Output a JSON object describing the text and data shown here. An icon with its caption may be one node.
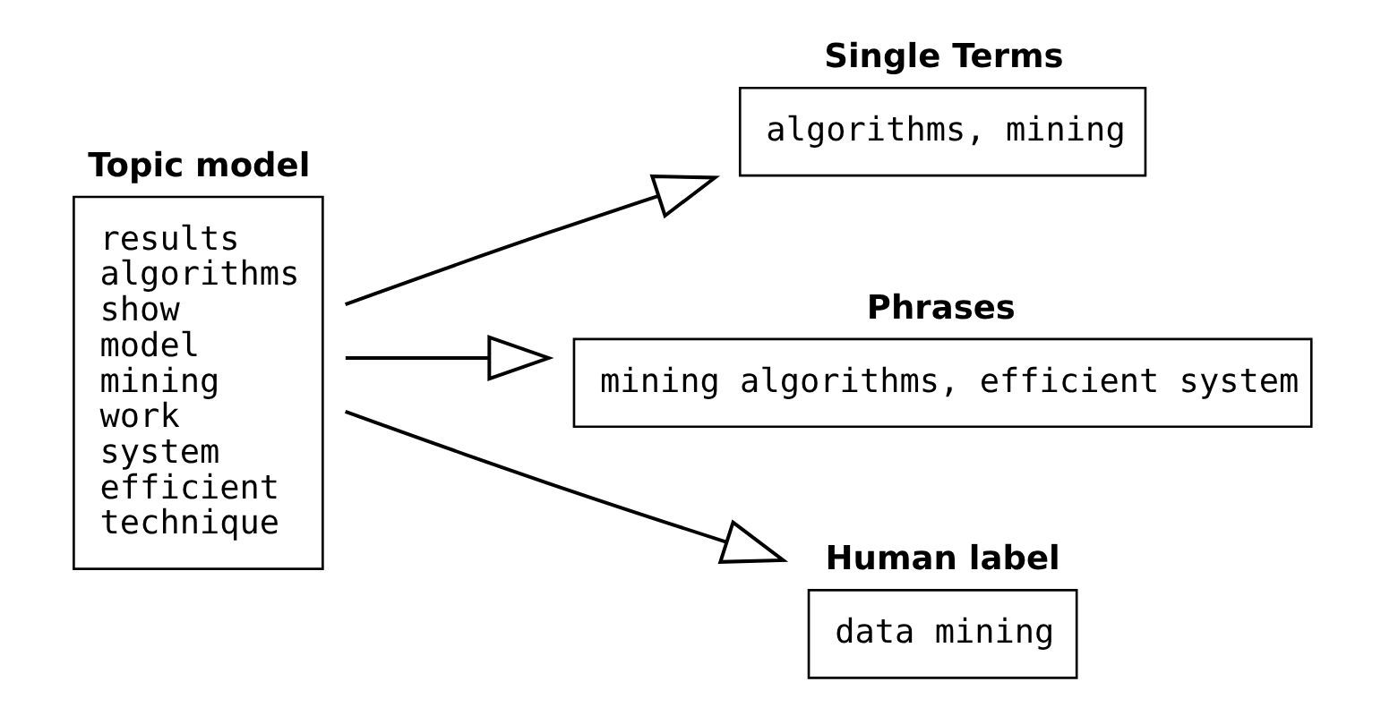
{
  "diagram": {
    "nodes": [
      {
        "text": [
          "Topic model",
          "results",
          "algorithms",
          "show",
          "model",
          "mining",
          "work",
          "system",
          "efficient",
          "technique"
        ]
      },
      {
        "text": [
          "Single Terms",
          "algorithms, mining"
        ]
      },
      {
        "text": [
          "Phrases",
          "mining algorithms, efficient system"
        ]
      },
      {
        "text": [
          "Human label",
          "data mining"
        ]
      }
    ],
    "edges": [
      {
        "from": 0,
        "to": 1,
        "arrow": "to"
      },
      {
        "from": 0,
        "to": 2,
        "arrow": "to"
      },
      {
        "from": 0,
        "to": 3,
        "arrow": "to"
      }
    ]
  }
}
